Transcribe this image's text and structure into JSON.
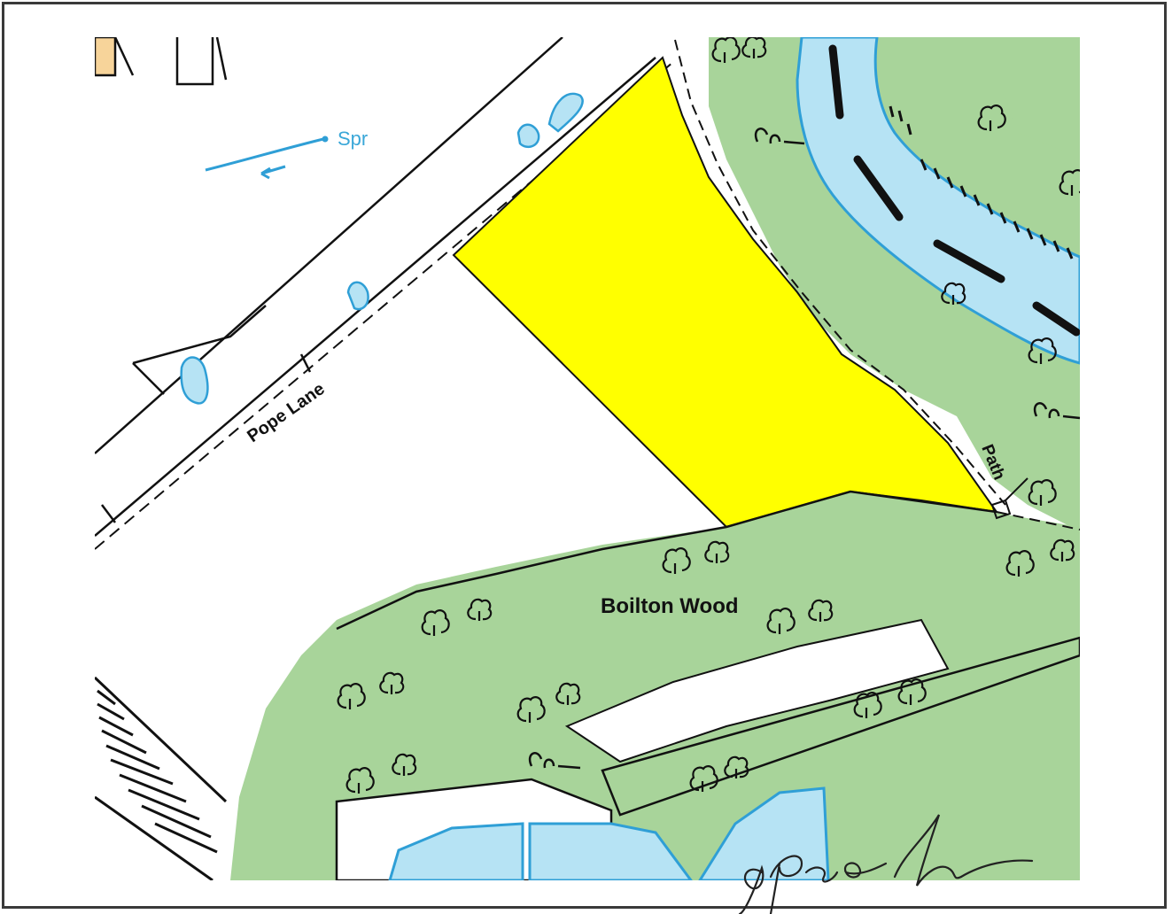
{
  "map": {
    "labels": {
      "spring": "Spr",
      "road": "Pope Lane",
      "path": "Path",
      "wood": "Boilton Wood"
    },
    "colors": {
      "woodland": "#a8d49a",
      "water": "#b6e3f4",
      "water_edge": "#2f9fd6",
      "highlighted_site": "#ffff00",
      "building": "#f7d49a",
      "line": "#111111"
    },
    "features": {
      "highlighted_site": "site-boundary",
      "signature": "handwritten-signature"
    }
  }
}
